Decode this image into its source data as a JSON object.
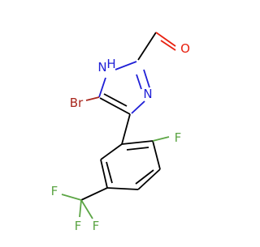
{
  "molecule": {
    "atoms": {
      "nh": {
        "label": "H",
        "sub": "N",
        "color": "#1f1fd6"
      },
      "n3": {
        "label": "N",
        "color": "#1f1fd6"
      },
      "o": {
        "label": "O",
        "color": "#e8200f"
      },
      "br": {
        "label": "Br",
        "color": "#a8261c"
      },
      "f_ring": {
        "label": "F",
        "color": "#5ca545"
      },
      "f_a": {
        "label": "F",
        "color": "#5ca545"
      },
      "f_b": {
        "label": "F",
        "color": "#5ca545"
      },
      "f_c": {
        "label": "F",
        "color": "#5ca545"
      }
    }
  }
}
